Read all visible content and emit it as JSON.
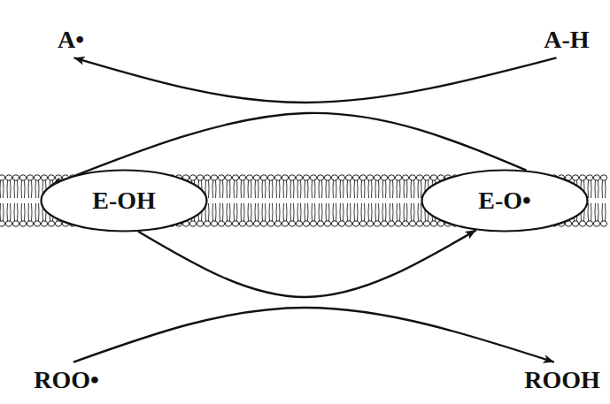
{
  "diagram": {
    "nodes": [
      {
        "text": [
          "A•"
        ]
      },
      {
        "text": [
          "A-H"
        ]
      },
      {
        "text": [
          "E-OH"
        ]
      },
      {
        "text": [
          "E-O•"
        ]
      },
      {
        "text": [
          "ROO•"
        ]
      },
      {
        "text": [
          "ROOH"
        ]
      }
    ],
    "edges": [
      {
        "from": 1,
        "to": 0,
        "arrow": "to"
      },
      {
        "from": 3,
        "to": 2,
        "arrow": "to"
      },
      {
        "from": 2,
        "to": 3,
        "arrow": "to"
      },
      {
        "from": 4,
        "to": 5,
        "arrow": "to"
      }
    ]
  }
}
